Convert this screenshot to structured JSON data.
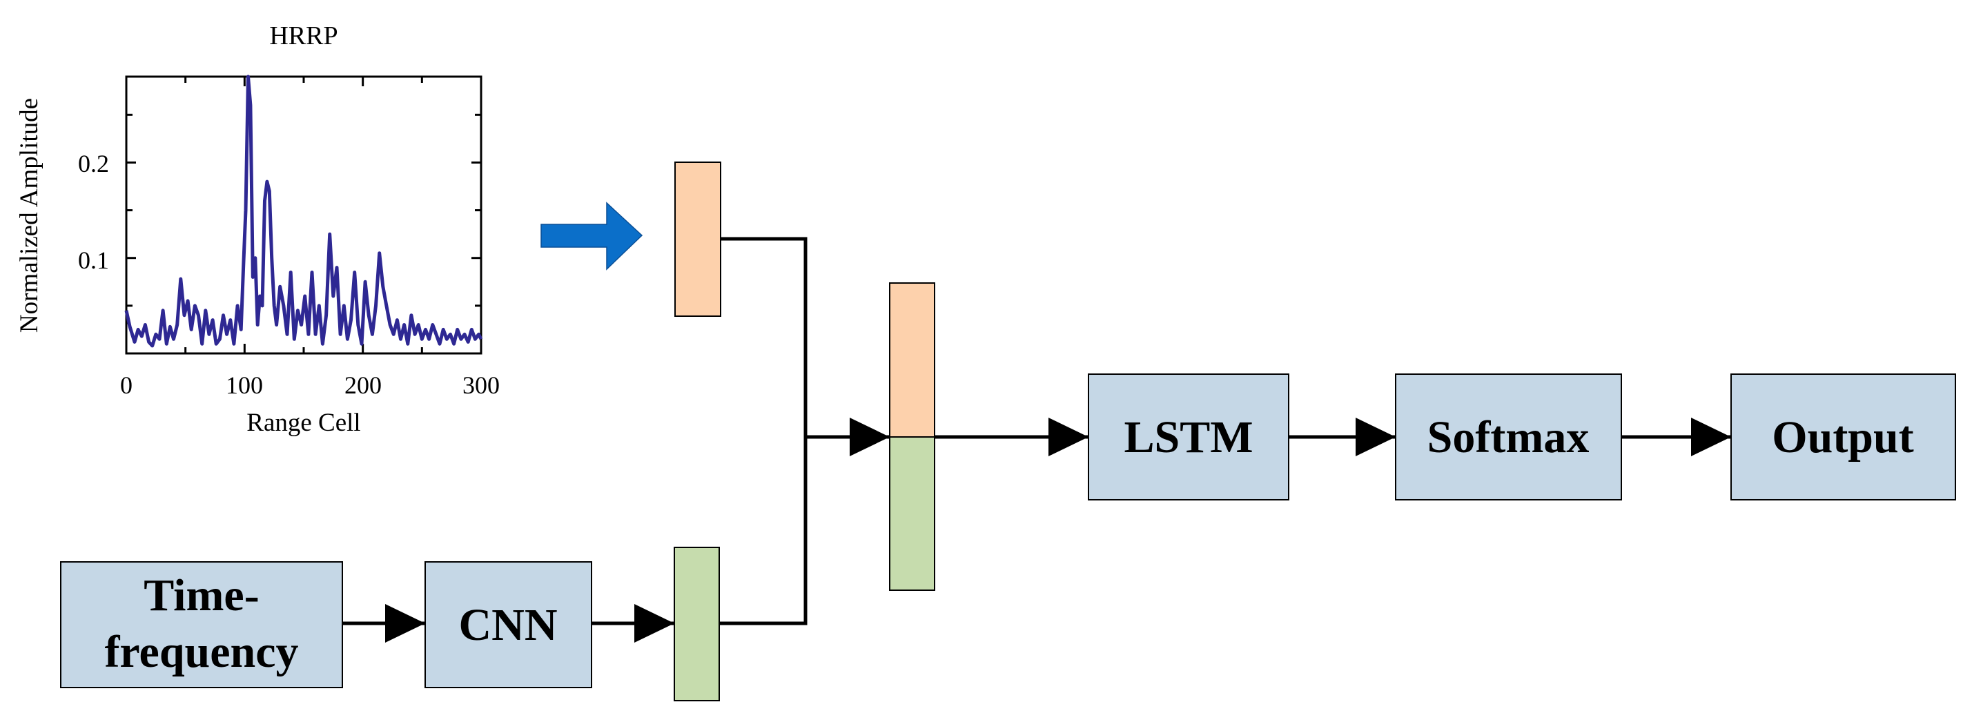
{
  "chart_data": {
    "type": "line",
    "title": "HRRP",
    "xlabel": "Range Cell",
    "ylabel": "Normalized Amplitude",
    "xlim": [
      0,
      300
    ],
    "ylim": [
      0,
      0.29
    ],
    "xticks": [
      "0",
      "100",
      "200",
      "300"
    ],
    "yticks": [
      "0.1",
      "0.2"
    ],
    "grid": false,
    "series": [
      {
        "color": "#2e2893",
        "x": [
          0,
          3,
          7,
          10,
          13,
          16,
          19,
          22,
          25,
          28,
          31,
          34,
          37,
          40,
          43,
          46,
          49,
          52,
          55,
          58,
          61,
          64,
          67,
          70,
          73,
          76,
          79,
          82,
          85,
          88,
          91,
          94,
          97,
          99,
          101,
          103,
          105,
          107,
          109,
          111,
          113,
          115,
          117,
          119,
          121,
          123,
          125,
          127,
          130,
          133,
          136,
          139,
          142,
          145,
          148,
          151,
          154,
          157,
          160,
          163,
          166,
          169,
          172,
          175,
          178,
          181,
          184,
          187,
          190,
          193,
          196,
          199,
          202,
          205,
          208,
          211,
          214,
          217,
          220,
          223,
          226,
          229,
          232,
          235,
          238,
          241,
          244,
          247,
          250,
          253,
          256,
          259,
          262,
          265,
          268,
          271,
          274,
          277,
          280,
          283,
          286,
          289,
          292,
          295,
          298,
          300
        ],
        "y": [
          0.045,
          0.028,
          0.012,
          0.025,
          0.018,
          0.03,
          0.012,
          0.008,
          0.02,
          0.015,
          0.045,
          0.01,
          0.028,
          0.015,
          0.03,
          0.078,
          0.04,
          0.055,
          0.025,
          0.05,
          0.04,
          0.01,
          0.045,
          0.02,
          0.035,
          0.01,
          0.015,
          0.04,
          0.02,
          0.035,
          0.01,
          0.05,
          0.025,
          0.09,
          0.15,
          0.29,
          0.26,
          0.08,
          0.1,
          0.03,
          0.06,
          0.05,
          0.16,
          0.18,
          0.17,
          0.1,
          0.05,
          0.03,
          0.07,
          0.05,
          0.02,
          0.085,
          0.015,
          0.045,
          0.03,
          0.06,
          0.02,
          0.085,
          0.02,
          0.05,
          0.01,
          0.04,
          0.125,
          0.06,
          0.09,
          0.02,
          0.05,
          0.015,
          0.035,
          0.085,
          0.03,
          0.01,
          0.075,
          0.04,
          0.02,
          0.05,
          0.105,
          0.07,
          0.05,
          0.03,
          0.02,
          0.035,
          0.015,
          0.03,
          0.01,
          0.04,
          0.02,
          0.03,
          0.015,
          0.025,
          0.015,
          0.03,
          0.02,
          0.01,
          0.025,
          0.015,
          0.02,
          0.01,
          0.025,
          0.015,
          0.02,
          0.012,
          0.025,
          0.015,
          0.02,
          0.015
        ]
      }
    ]
  },
  "diagram": {
    "boxes": {
      "time_frequency": [
        "Time-",
        "frequency"
      ],
      "cnn": "CNN",
      "lstm": "LSTM",
      "softmax": "Softmax",
      "output": "Output"
    },
    "colors": {
      "box_fill": "#c5d7e6",
      "orange_feature": "#fdd1ac",
      "green_feature": "#c6dcad",
      "blue_arrow": "#0b6fc9",
      "line": "#000000"
    }
  }
}
